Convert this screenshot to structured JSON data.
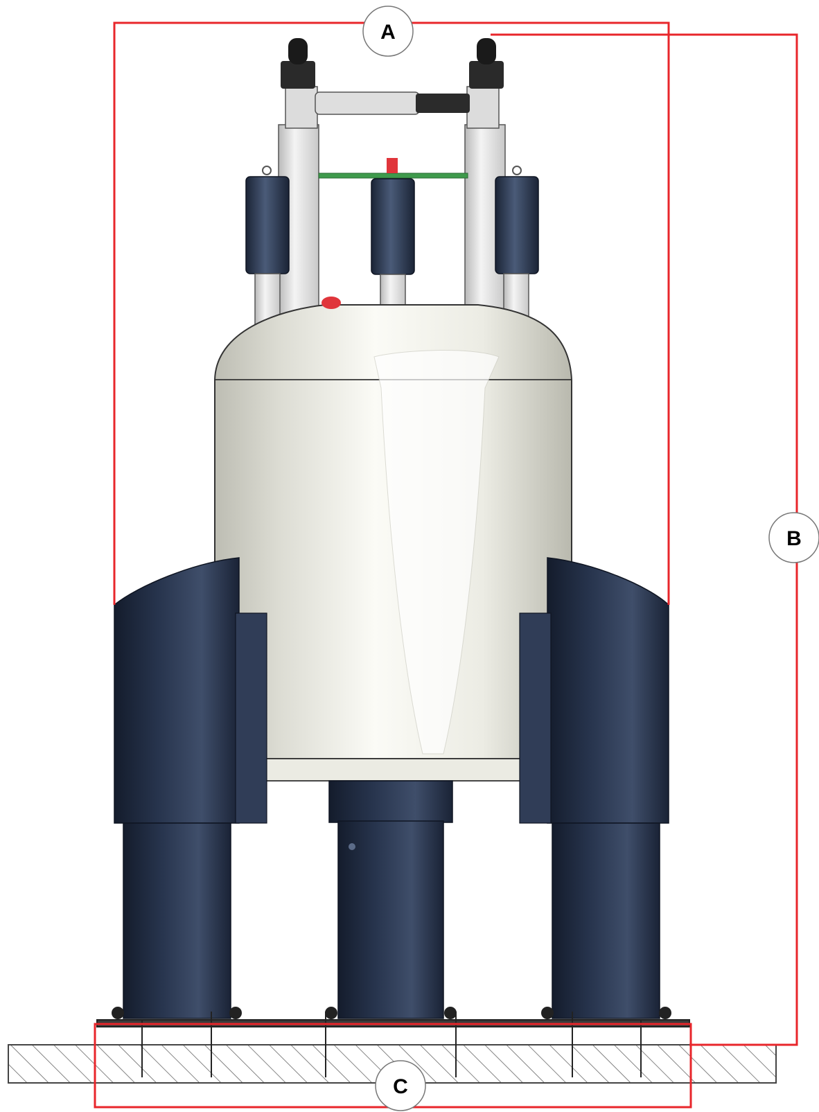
{
  "diagram": {
    "callouts": [
      {
        "id": "A",
        "label": "A"
      },
      {
        "id": "B",
        "label": "B"
      },
      {
        "id": "C",
        "label": "C"
      }
    ]
  },
  "colors": {
    "dimension_line": "#e8262b",
    "magnet_body": "#e9e9e1",
    "legs": "#1e2a3f",
    "floor_hatch": "#555555",
    "green_rod": "#3f9a4c",
    "red_cap": "#e0353b"
  }
}
